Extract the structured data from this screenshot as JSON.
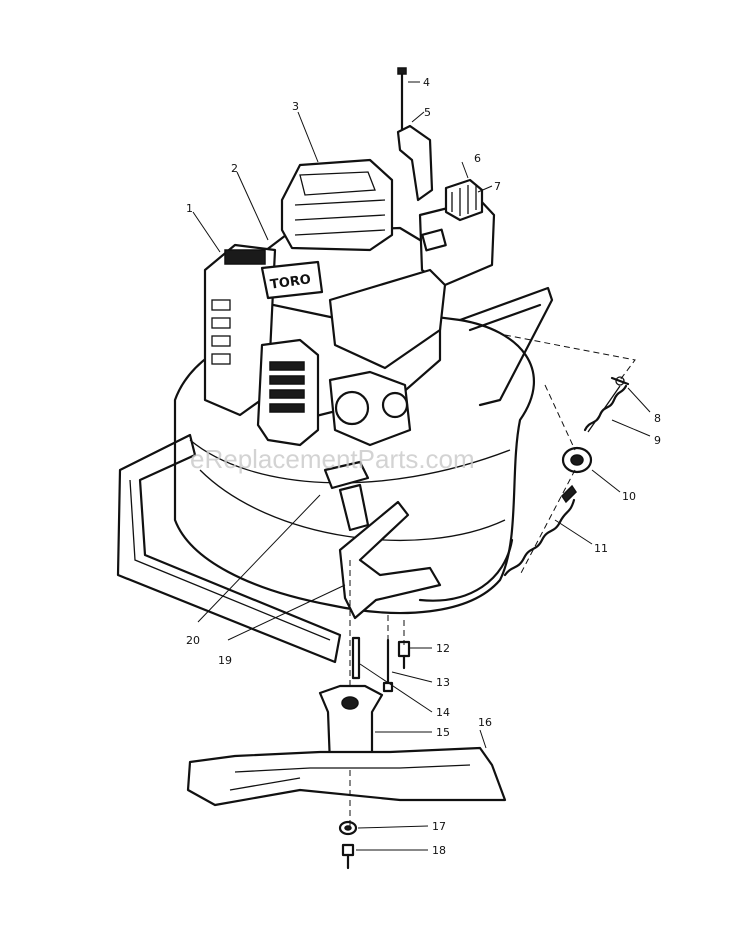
{
  "watermark": "eReplacementParts.com",
  "brand_logo": "TORO",
  "callouts": [
    "1",
    "2",
    "3",
    "4",
    "5",
    "6",
    "7",
    "8",
    "9",
    "10",
    "11",
    "12",
    "13",
    "14",
    "15",
    "16",
    "17",
    "18",
    "19",
    "20"
  ]
}
